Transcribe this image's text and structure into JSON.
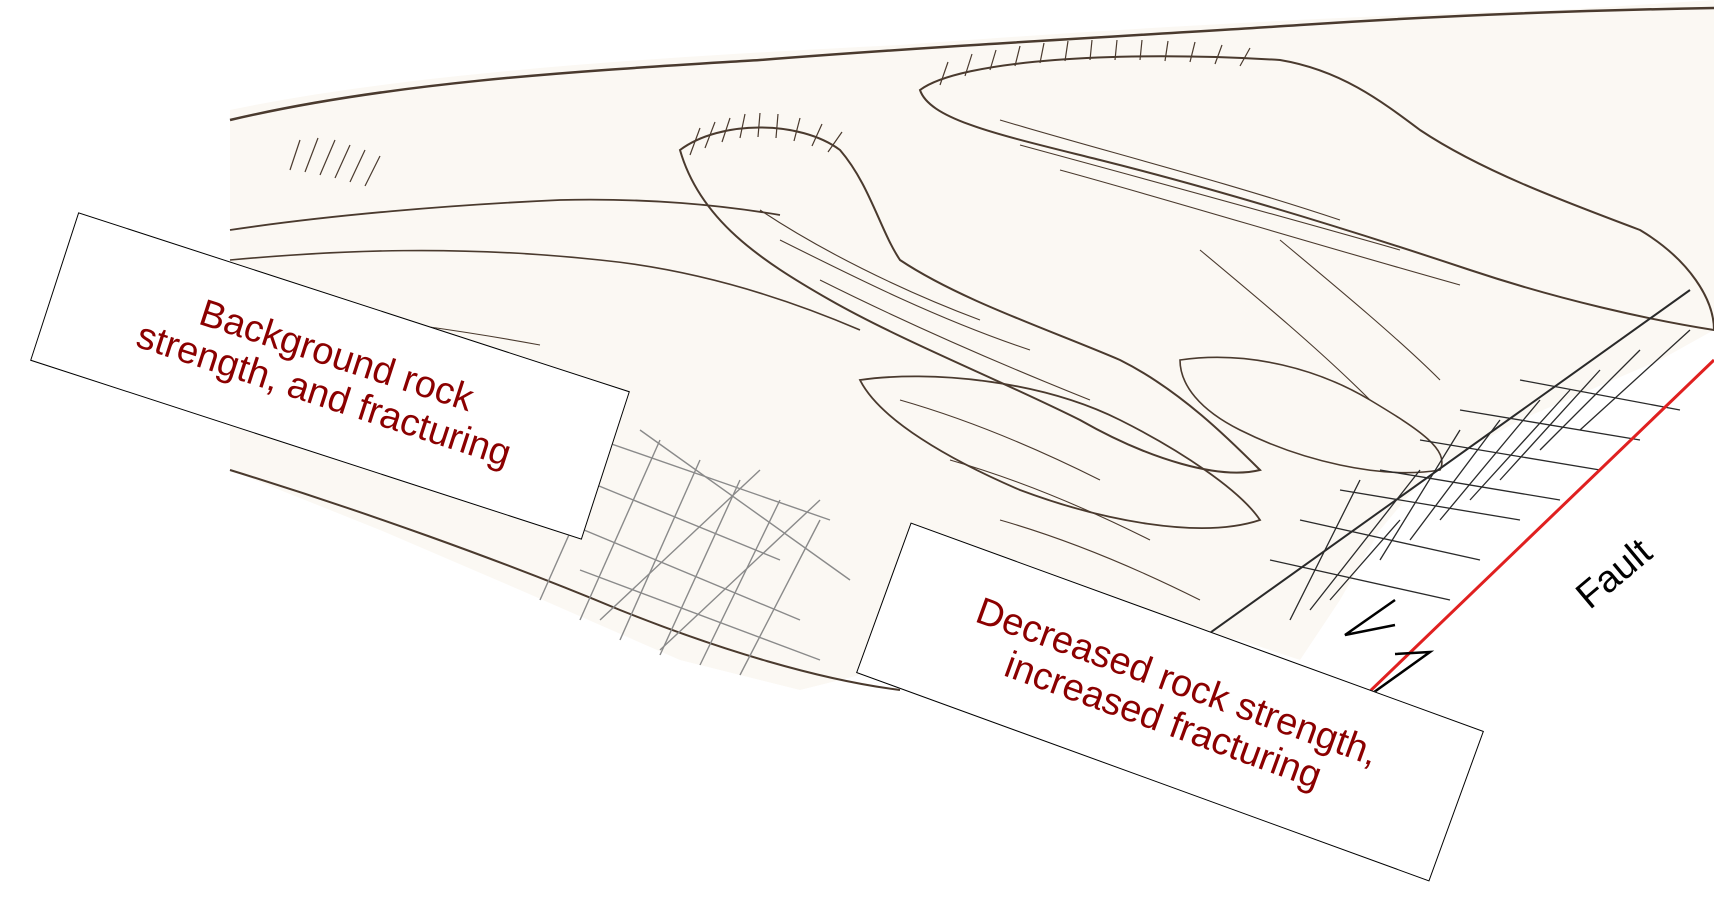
{
  "labels": {
    "background": {
      "line1": "Background rock",
      "line2": "strength, and fracturing"
    },
    "decreased": {
      "line1": "Decreased rock strength,",
      "line2": "increased fracturing"
    },
    "fault": "Fault"
  },
  "colors": {
    "label_text": "#8b0000",
    "fault_line": "#e02020",
    "sketch_ink": "#4a3a2e",
    "sketch_fill": "#fbf8f3"
  }
}
